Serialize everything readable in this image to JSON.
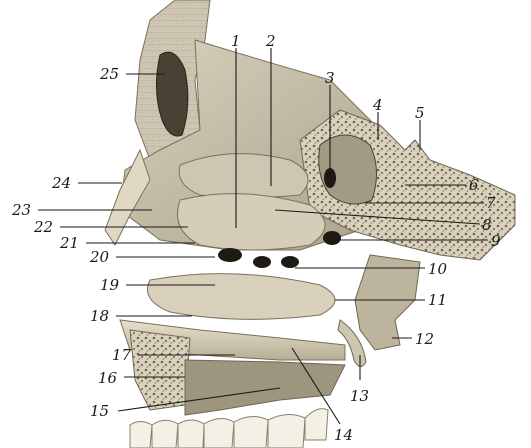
{
  "labels": [
    {
      "id": "l1",
      "text": "1"
    },
    {
      "id": "l2",
      "text": "2"
    },
    {
      "id": "l3",
      "text": "3"
    },
    {
      "id": "l4",
      "text": "4"
    },
    {
      "id": "l5",
      "text": "5"
    },
    {
      "id": "l6",
      "text": "6"
    },
    {
      "id": "l7",
      "text": "7"
    },
    {
      "id": "l8",
      "text": "8"
    },
    {
      "id": "l9",
      "text": "9"
    },
    {
      "id": "l10",
      "text": "10"
    },
    {
      "id": "l11",
      "text": "11"
    },
    {
      "id": "l12",
      "text": "12"
    },
    {
      "id": "l13",
      "text": "13"
    },
    {
      "id": "l14",
      "text": "14"
    },
    {
      "id": "l15",
      "text": "15"
    },
    {
      "id": "l16",
      "text": "16"
    },
    {
      "id": "l17",
      "text": "17"
    },
    {
      "id": "l18",
      "text": "18"
    },
    {
      "id": "l19",
      "text": "19"
    },
    {
      "id": "l20",
      "text": "20"
    },
    {
      "id": "l21",
      "text": "21"
    },
    {
      "id": "l22",
      "text": "22"
    },
    {
      "id": "l23",
      "text": "23"
    },
    {
      "id": "l24",
      "text": "24"
    },
    {
      "id": "l25",
      "text": "25"
    }
  ],
  "colors": {
    "bone": "#e6e0cf",
    "bone_shadow": "#b9b09a",
    "mucosa": "#c9c2b0",
    "mucosa_dark": "#8f8775",
    "cavity": "#2a241c",
    "spongy": "#d7cfb9",
    "teeth": "#f3f0e6"
  }
}
